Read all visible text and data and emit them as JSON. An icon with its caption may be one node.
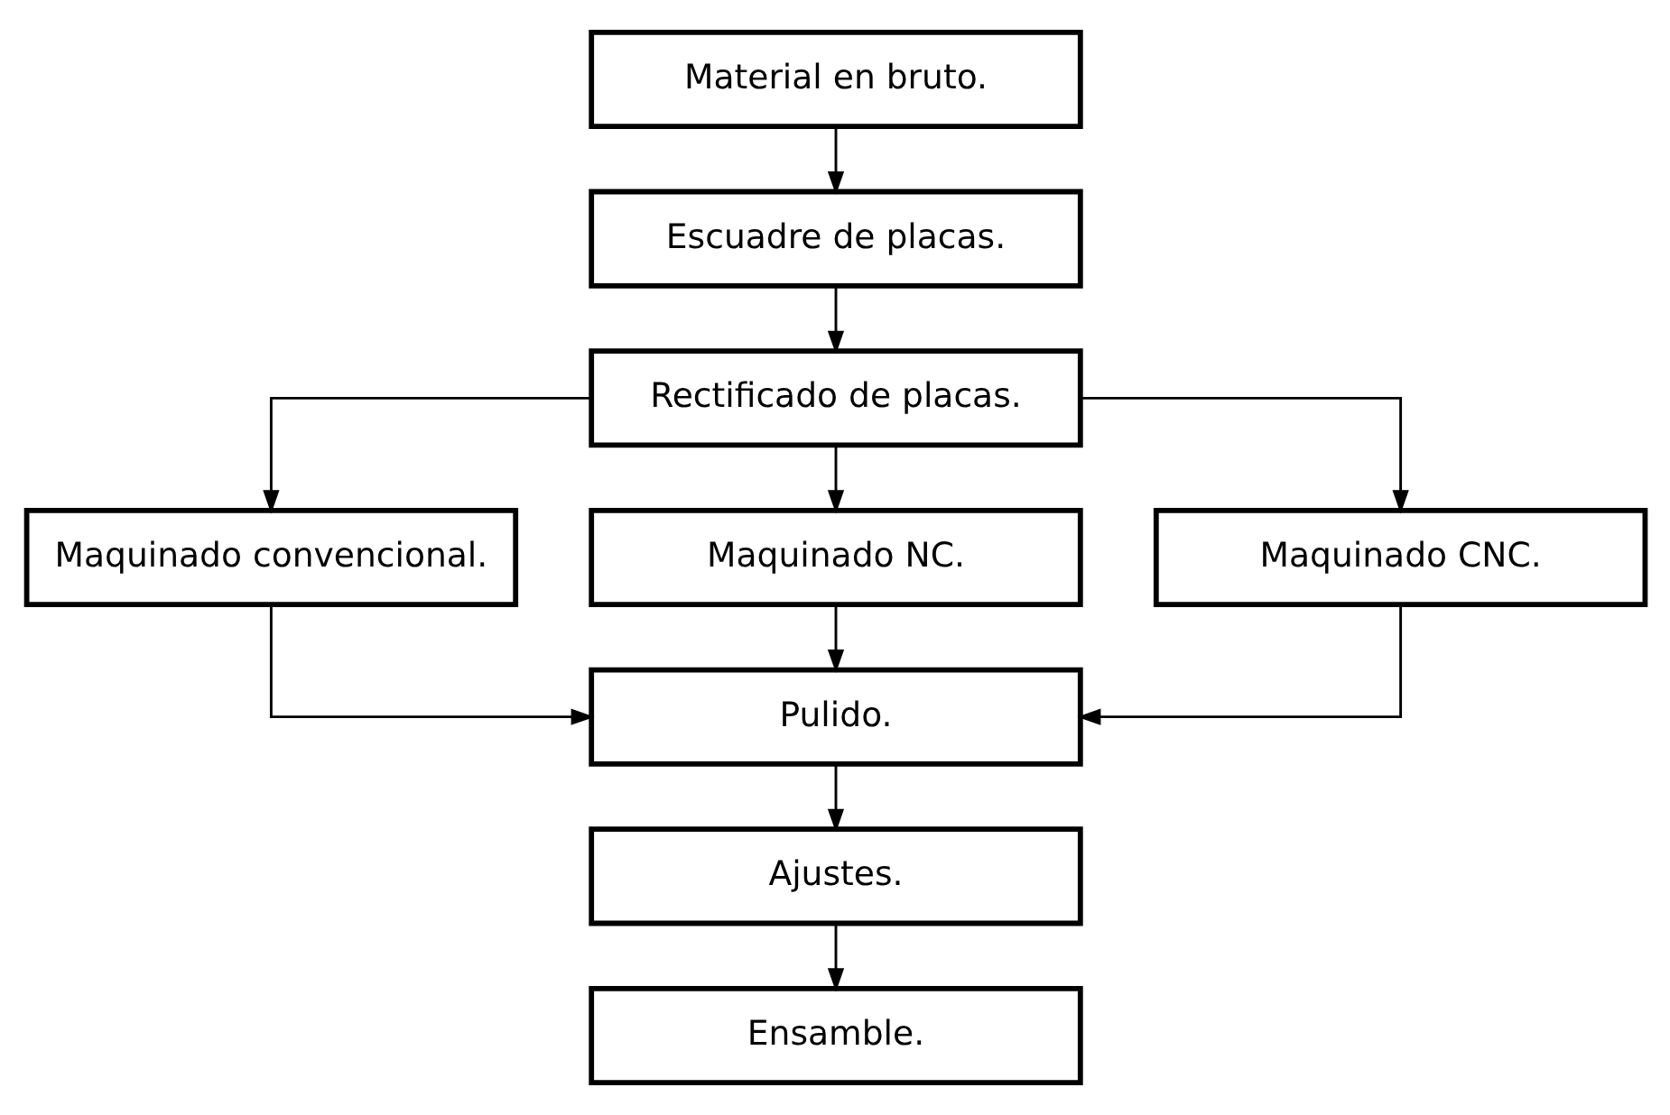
{
  "diagram": {
    "nodes": [
      {
        "text": [
          "Material en bruto."
        ]
      },
      {
        "text": [
          "Escuadre de placas."
        ]
      },
      {
        "text": [
          "Rectificado de placas."
        ]
      },
      {
        "text": [
          "Maquinado convencional."
        ]
      },
      {
        "text": [
          "Maquinado NC."
        ]
      },
      {
        "text": [
          "Maquinado CNC."
        ]
      },
      {
        "text": [
          "Pulido."
        ]
      },
      {
        "text": [
          "Ajustes."
        ]
      },
      {
        "text": [
          "Ensamble."
        ]
      }
    ],
    "edges": [
      {
        "from": 0,
        "to": 1,
        "arrow": "to"
      },
      {
        "from": 1,
        "to": 2,
        "arrow": "to"
      },
      {
        "from": 2,
        "to": 3,
        "arrow": "to"
      },
      {
        "from": 2,
        "to": 4,
        "arrow": "to"
      },
      {
        "from": 2,
        "to": 5,
        "arrow": "to"
      },
      {
        "from": 3,
        "to": 6,
        "arrow": "to"
      },
      {
        "from": 4,
        "to": 6,
        "arrow": "to"
      },
      {
        "from": 5,
        "to": 6,
        "arrow": "to"
      },
      {
        "from": 6,
        "to": 7,
        "arrow": "to"
      },
      {
        "from": 7,
        "to": 8,
        "arrow": "to"
      }
    ]
  }
}
